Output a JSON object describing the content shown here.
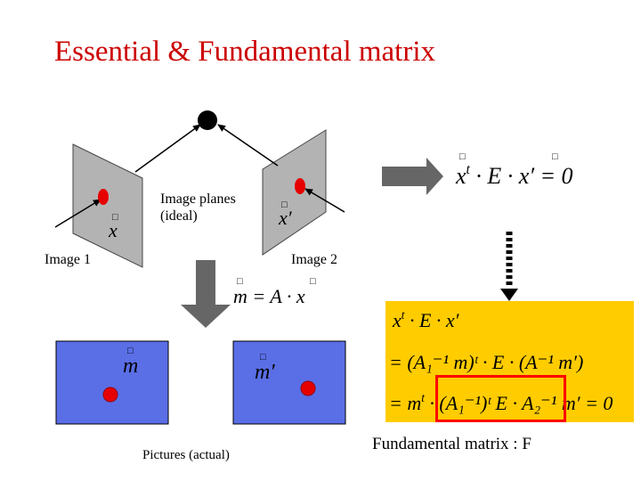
{
  "title": "Essential & Fundamental matrix",
  "labels": {
    "image_planes": "Image planes",
    "ideal": "(ideal)",
    "image1": "Image 1",
    "image2": "Image 2",
    "pictures_actual": "Pictures (actual)",
    "fundamental_matrix": "Fundamental matrix : F"
  },
  "symbols": {
    "x": "x",
    "x_prime": "x′",
    "m": "m",
    "m_prime": "m′",
    "hat": "□"
  },
  "equations": {
    "essential_lhs": "x",
    "essential_sup": "t",
    "essential_mid": " · E · x′ = 0",
    "mapping": "m = A · x",
    "f_line1_a": "x",
    "f_line1_sup": "t",
    "f_line1_b": " · E · x′",
    "f_line2": "= (A₁⁻¹ m)ᵗ · E · (A⁻¹ m′)",
    "f_line3_a": "= m",
    "f_line3_sup": "t",
    "f_line3_b": " · (A₁⁻¹)ᵗ E · A₂⁻¹",
    "f_line3_c": " m′ = 0"
  },
  "colors": {
    "title": "#cc0000",
    "plane_fill": "#b3b3b3",
    "picture_fill": "#5a6ee6",
    "yellow": "#ffcc00",
    "red": "#ff0000",
    "point_red": "#e60000",
    "arrow_gray": "#666666"
  }
}
